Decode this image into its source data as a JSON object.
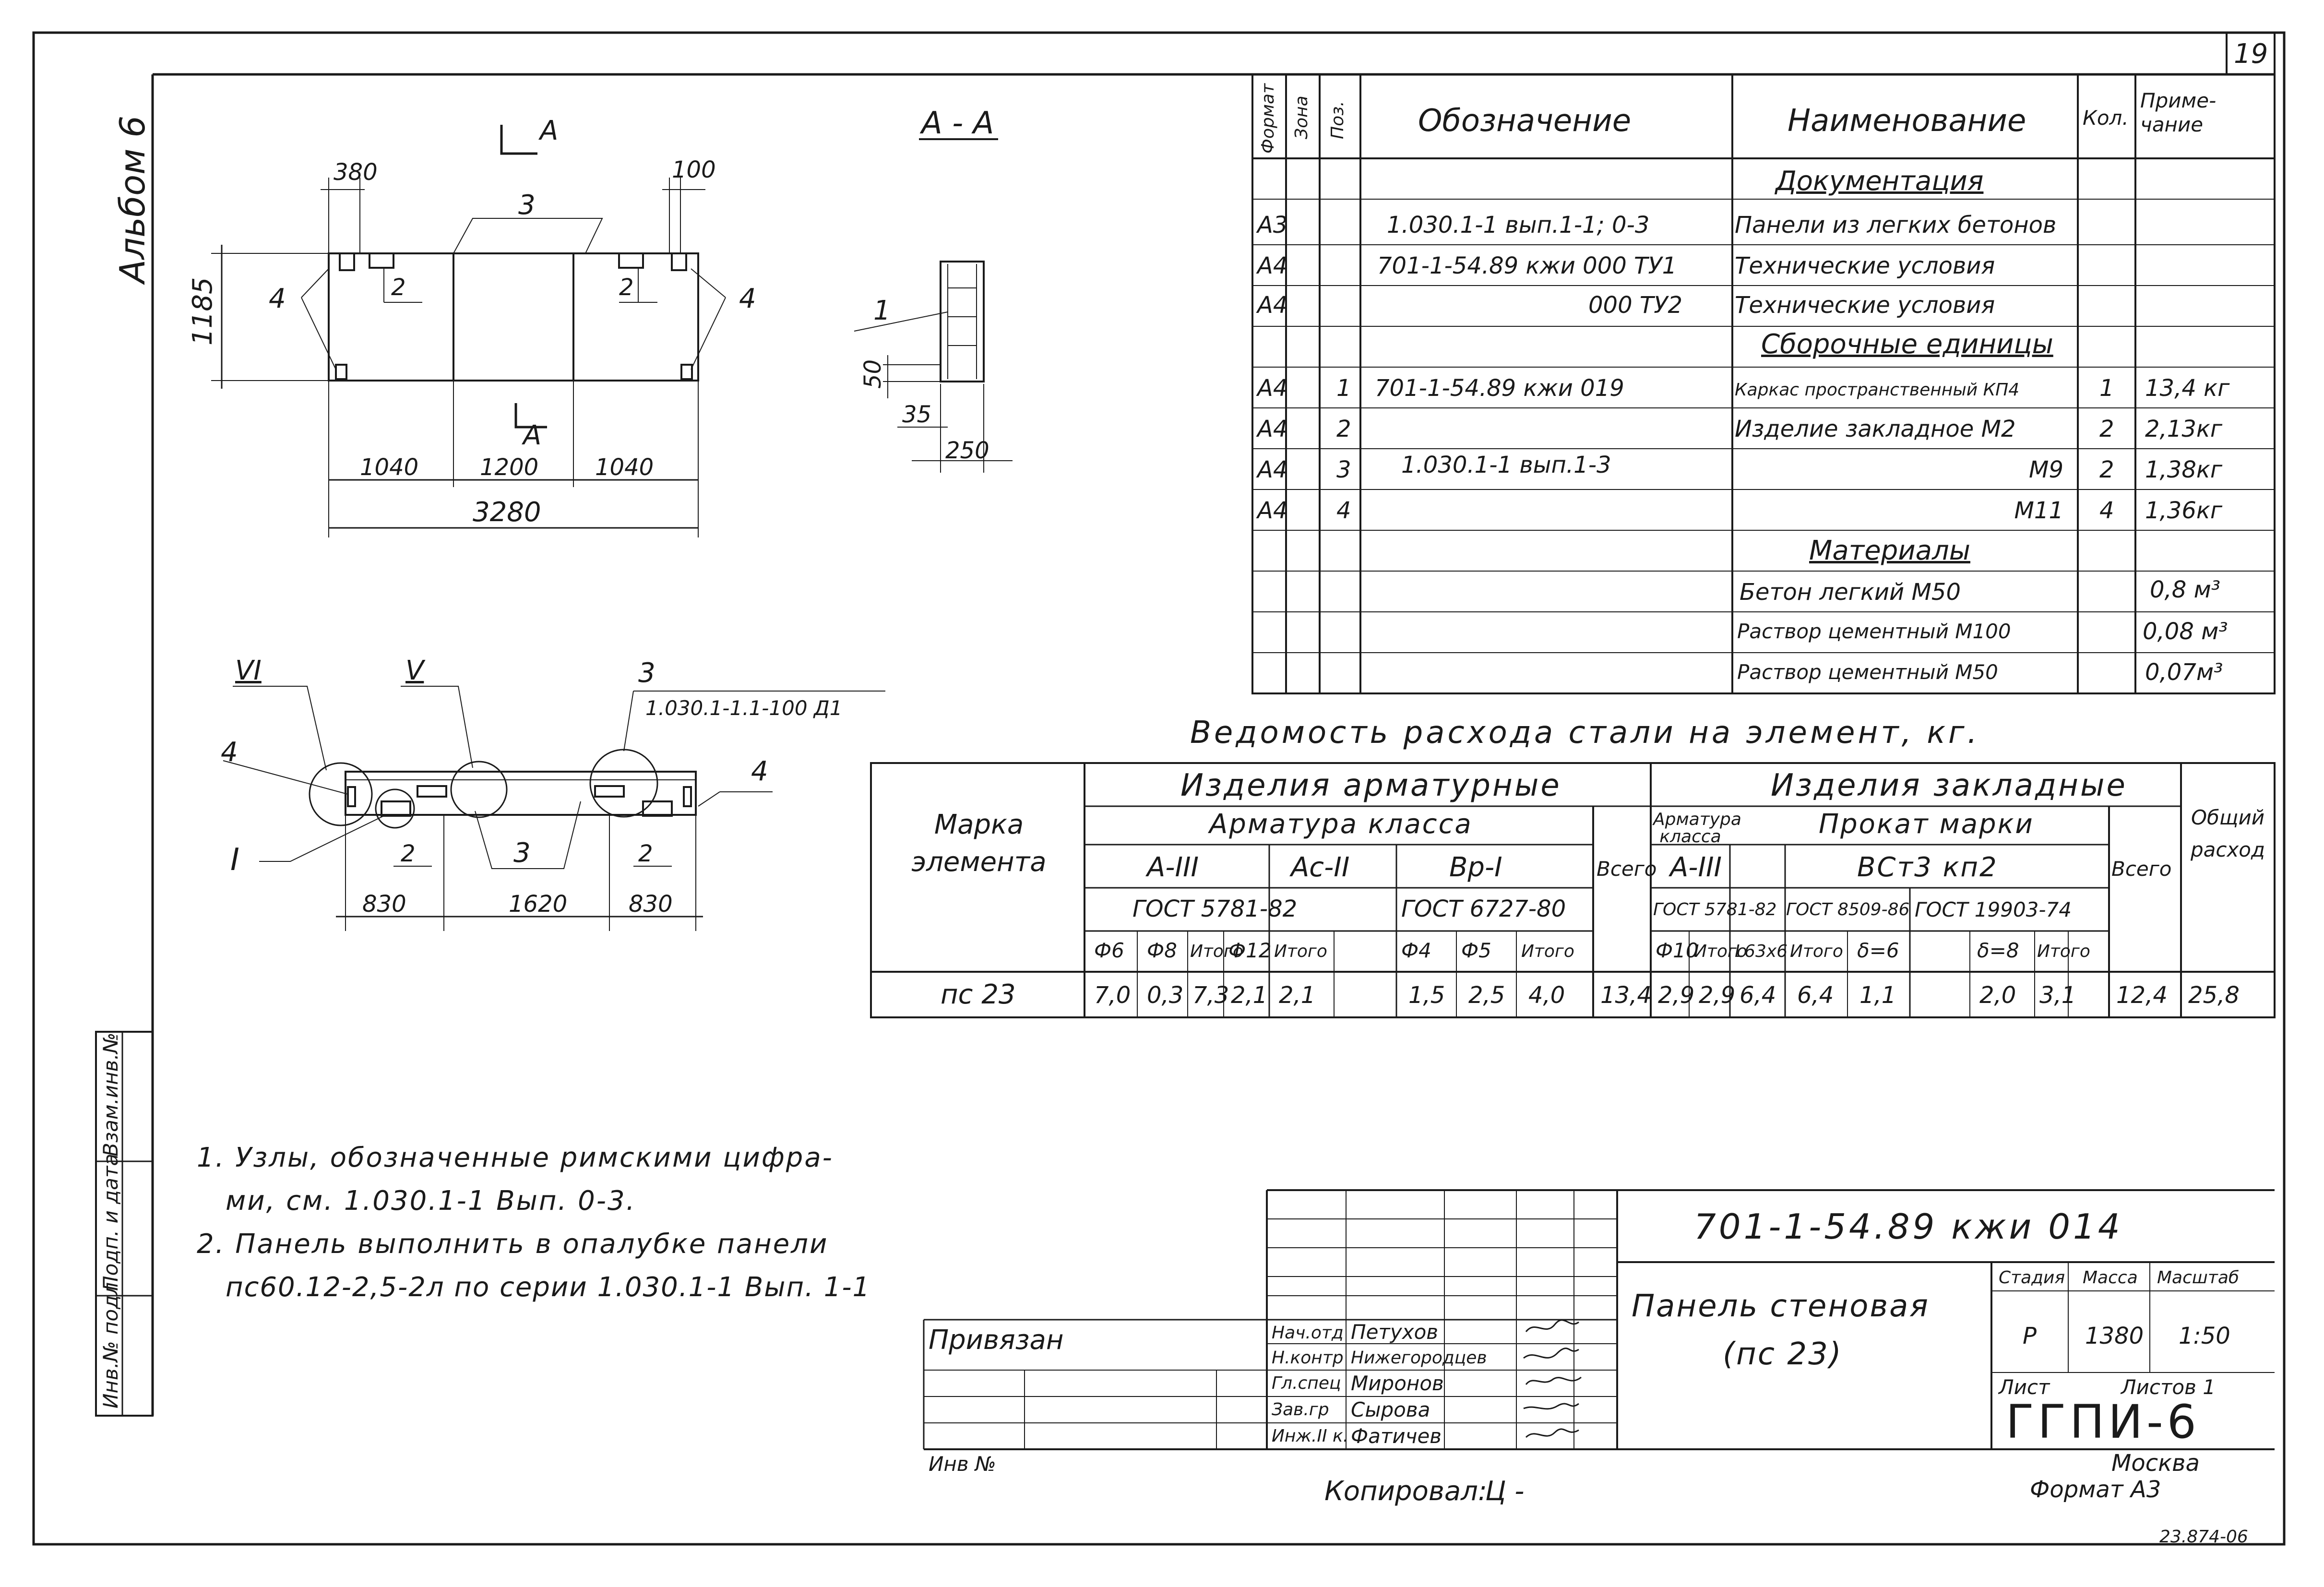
{
  "sheet": {
    "sheet_number": "19",
    "album": "Альбом 6",
    "code": "701-1-54.89  кжи 014",
    "title_line1": "Панель стеновая",
    "title_line2": "(пс 23)",
    "stage": "Р",
    "mass": "1380",
    "scale": "1:50",
    "org": "ГГПИ-6",
    "city": "Москва",
    "format": "Формат А3",
    "copied": "Копировал:",
    "copied_sign": "Ц -",
    "bottom_no": "23.874-06",
    "privyazan": "Привязан",
    "inv_no": "Инв №",
    "stamp_hdr": {
      "stage": "Стадия",
      "mass": "Масса",
      "scale": "Масштаб",
      "sheet": "Лист",
      "sheets": "Листов 1"
    },
    "staff": [
      {
        "role": "Нач.отд",
        "name": "Петухов"
      },
      {
        "role": "Н.контр",
        "name": "Нижегородцев"
      },
      {
        "role": "Гл.спец",
        "name": "Миронов"
      },
      {
        "role": "Зав.гр",
        "name": "Сырова"
      },
      {
        "role": "Инж.II к.",
        "name": "Фатичев"
      }
    ],
    "left_strip": [
      "Инв.№ подл.",
      "Подп. и дата",
      "Взам.инв.№"
    ]
  },
  "drawing": {
    "top_view": {
      "section_mark": "A",
      "dim_380": "380",
      "dim_100": "100",
      "dim_1185": "1185",
      "dim_1040a": "1040",
      "dim_1200": "1200",
      "dim_1040b": "1040",
      "dim_3280": "3280",
      "pos_3": "3",
      "pos_2a": "2",
      "pos_2b": "2",
      "pos_4a": "4",
      "pos_4b": "4"
    },
    "section_aa": {
      "title": "А - А",
      "pos_1": "1",
      "dim_50": "50",
      "dim_35": "35",
      "dim_250": "250"
    },
    "side_view": {
      "node_vi": "VI",
      "node_v": "V",
      "node_i": "I",
      "pos_3_top": "3",
      "ref": "1.030.1-1.1-100 Д1",
      "pos_4a": "4",
      "pos_4b": "4",
      "pos_2a": "2",
      "pos_3": "3",
      "pos_2b": "2",
      "dim_830a": "830",
      "dim_1620": "1620",
      "dim_830b": "830"
    }
  },
  "spec": {
    "headers": {
      "format": "Формат",
      "zone": "Зона",
      "pos": "Поз.",
      "designation": "Обозначение",
      "name": "Наименование",
      "qty": "Кол.",
      "note": "Приме-чание"
    },
    "sections": {
      "docs": "Документация",
      "assemblies": "Сборочные единицы",
      "materials": "Материалы"
    },
    "rows": [
      {
        "format": "А3",
        "pos": "",
        "designation": "1.030.1-1 вып.1-1; 0-3",
        "name": "Панели из легких бетонов",
        "qty": "",
        "note": ""
      },
      {
        "format": "А4",
        "pos": "",
        "designation": "701-1-54.89 кжи 000 ТУ1",
        "name": "Технические условия",
        "qty": "",
        "note": ""
      },
      {
        "format": "А4",
        "pos": "",
        "designation": "000 ТУ2",
        "name": "Технические условия",
        "qty": "",
        "note": ""
      },
      {
        "format": "А4",
        "pos": "1",
        "designation": "701-1-54.89  кжи 019",
        "name": "Каркас пространственный КП4",
        "qty": "1",
        "note": "13,4 кг"
      },
      {
        "format": "А4",
        "pos": "2",
        "designation": "",
        "name": "Изделие закладное   М2",
        "qty": "2",
        "note": "2,13кг"
      },
      {
        "format": "А4",
        "pos": "3",
        "designation": "1.030.1-1 вып.1-3",
        "name": "М9",
        "qty": "2",
        "note": "1,38кг"
      },
      {
        "format": "А4",
        "pos": "4",
        "designation": "",
        "name": "М11",
        "qty": "4",
        "note": "1,36кг"
      }
    ],
    "materials": [
      {
        "name": "Бетон легкий   М50",
        "note": "0,8 м³"
      },
      {
        "name": "Раствор цементный  М100",
        "note": "0,08 м³"
      },
      {
        "name": "Раствор цементный  М50",
        "note": "0,07м³"
      }
    ]
  },
  "steel": {
    "title": "Ведомость расхода стали на элемент, кг.",
    "h_mark": "Марка элемента",
    "h_armature": "Изделия арматурные",
    "h_embedded": "Изделия закладные",
    "h_total_all": "Общий расход",
    "h_arm_class": "Арматура класса",
    "h_arm_class2": "Арматура класса",
    "h_prokat": "Прокат марки",
    "h_total": "Всего",
    "h_total2": "Всего",
    "h_a3": "А-III",
    "h_ac2": "Ас-II",
    "h_bp1": "Вр-I",
    "h_a3b": "А-III",
    "h_vst": "ВСт3 кп2",
    "g1": "ГОСТ 5781-82",
    "g2": "ГОСТ 6727-80",
    "g3": "ГОСТ 5781-82",
    "g4": "ГОСТ 8509-86",
    "g5": "ГОСТ 19903-74",
    "sub": [
      "Ф6",
      "Ф8",
      "Итого",
      "Ф12",
      "Итого",
      "Ф4",
      "Ф5",
      "Итого",
      "Ф10",
      "Итого",
      "L63x6",
      "Итого",
      "δ=6",
      "δ=8",
      "Итого"
    ],
    "row": {
      "mark": "пс 23",
      "values": [
        "7,0",
        "0,3",
        "7,3",
        "2,1",
        "2,1",
        "1,5",
        "2,5",
        "4,0",
        "13,4",
        "2,9",
        "2,9",
        "6,4",
        "6,4",
        "1,1",
        "2,0",
        "3,1",
        "12,4",
        "25,8"
      ]
    }
  },
  "notes": [
    "1. Узлы, обозначенные римскими цифра-",
    "ми, см. 1.030.1-1 Вып. 0-3.",
    "2. Панель выполнить в опалубке панели",
    "пс60.12-2,5-2л по серии 1.030.1-1 Вып. 1-1"
  ]
}
